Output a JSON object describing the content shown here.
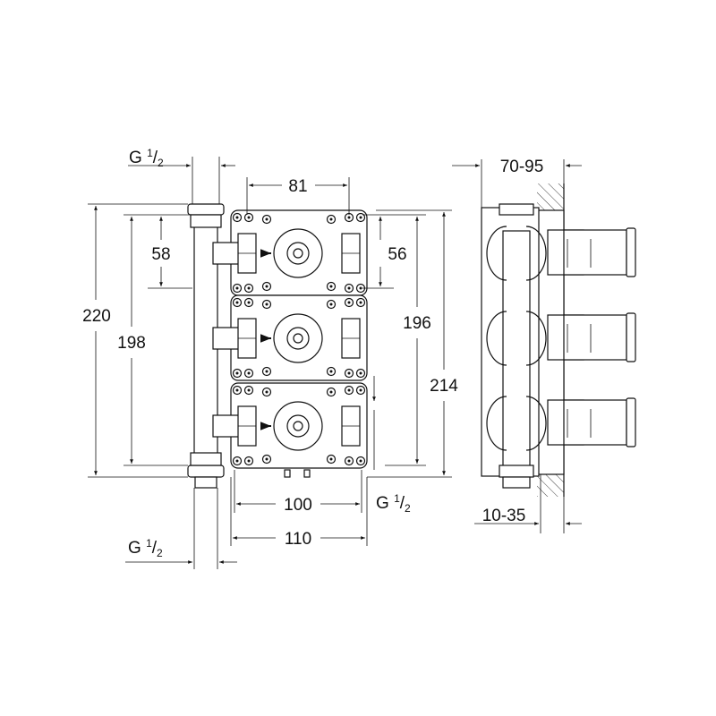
{
  "dimensions": {
    "thread_top": {
      "prefix": "G",
      "num": "1",
      "den": "2"
    },
    "thread_right": {
      "prefix": "G",
      "num": "1",
      "den": "2"
    },
    "thread_bottom": {
      "prefix": "G",
      "num": "1",
      "den": "2"
    },
    "width_81": "81",
    "height_58": "58",
    "height_56": "56",
    "height_220": "220",
    "height_198": "198",
    "height_196": "196",
    "height_214": "214",
    "width_100": "100",
    "width_110": "110",
    "depth_70_95": "70-95",
    "depth_10_35": "10-35"
  }
}
